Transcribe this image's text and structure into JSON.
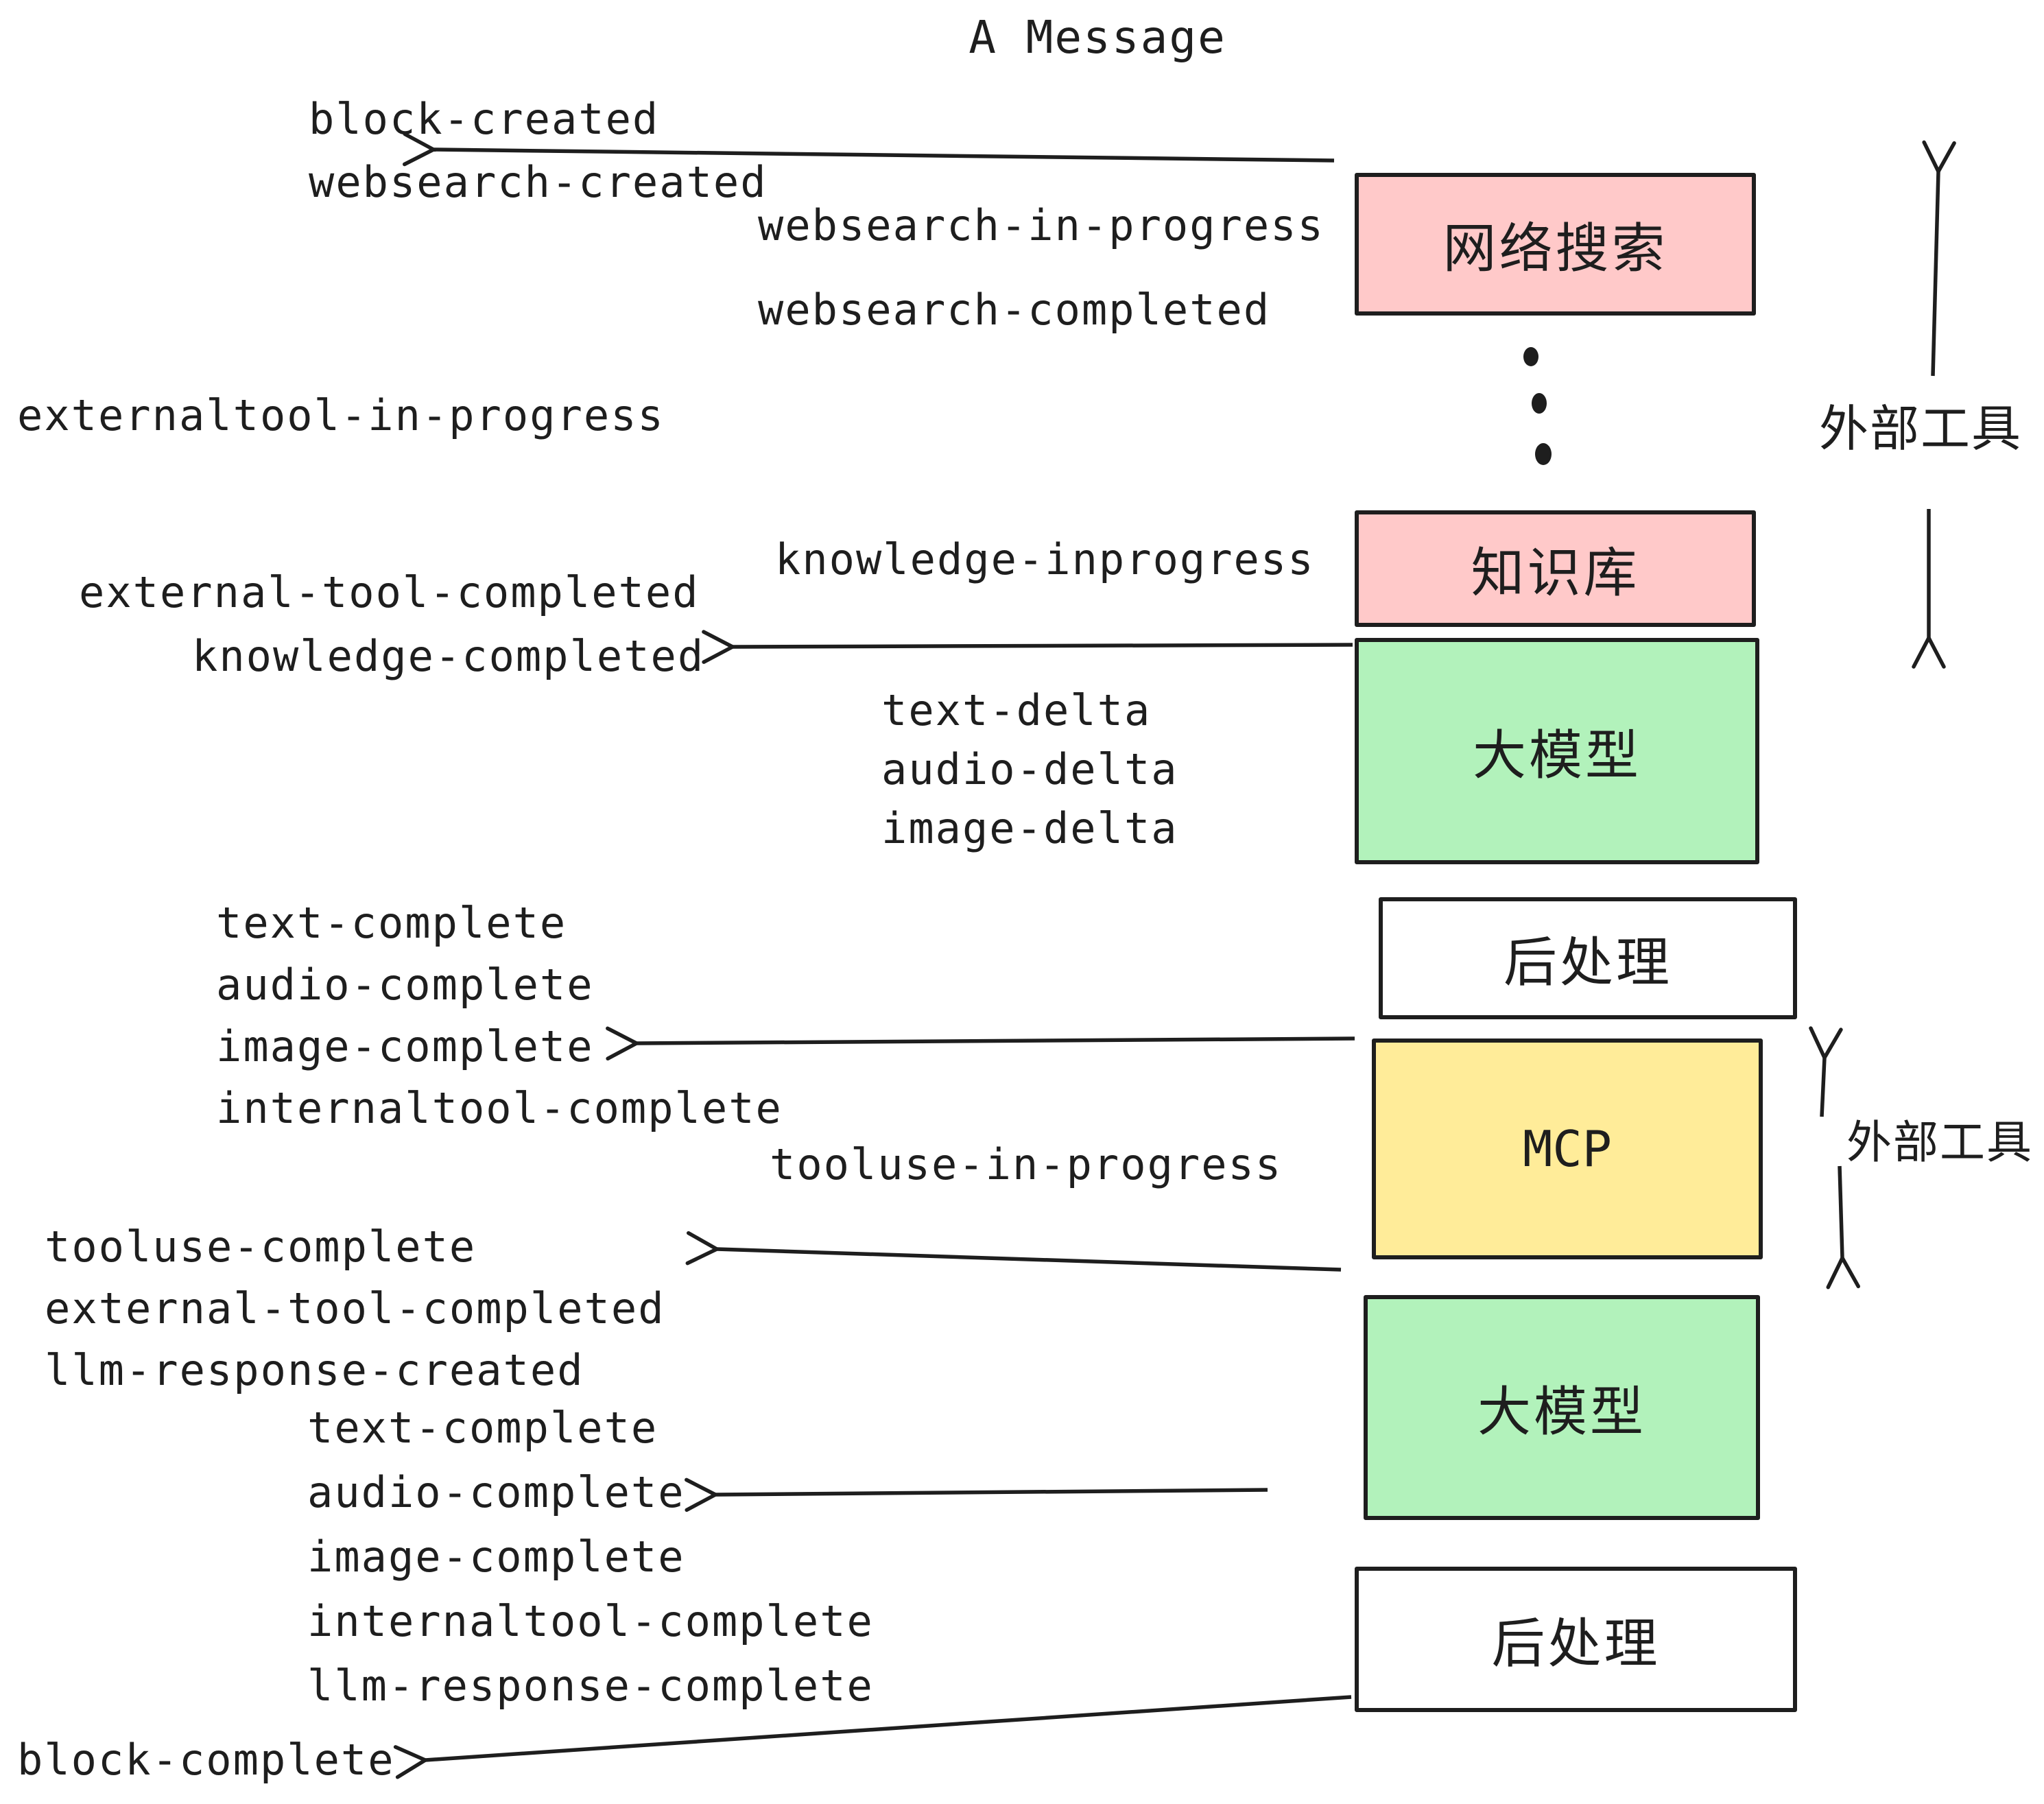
{
  "diagram": {
    "title": "A Message",
    "events": {
      "block_created": "block-created",
      "websearch_created": "websearch-created",
      "websearch_in_progress": "websearch-in-progress",
      "websearch_completed": "websearch-completed",
      "externaltool_in_progress": "externaltool-in-progress",
      "knowledge_inprogress": "knowledge-inprogress",
      "external_tool_completed": "external-tool-completed",
      "knowledge_completed": "knowledge-completed",
      "text_delta": "text-delta",
      "audio_delta": "audio-delta",
      "image_delta": "image-delta",
      "text_complete": "text-complete",
      "audio_complete": "audio-complete",
      "image_complete": "image-complete",
      "internaltool_complete": "internaltool-complete",
      "tooluse_in_progress": "tooluse-in-progress",
      "tooluse_complete": "tooluse-complete",
      "external_tool_completed_round2": "external-tool-completed",
      "llm_response_created": "llm-response-created",
      "text_complete_round2": "text-complete",
      "audio_complete_round2": "audio-complete",
      "image_complete_round2": "image-complete",
      "internaltool_complete_round2": "internaltool-complete",
      "llm_response_complete": "llm-response-complete",
      "block_complete": "block-complete"
    },
    "boxes": {
      "websearch": "网络搜索",
      "knowledge": "知识库",
      "llm_first": "大模型",
      "postprocess_first": "后处理",
      "mcp": "MCP",
      "llm_second": "大模型",
      "postprocess_second": "后处理"
    },
    "side_labels": {
      "external_tools_top": "外部工具",
      "external_tools_mcp": "外部工具"
    },
    "colors": {
      "box_pink": "#ffc9c9",
      "box_green": "#b2f2bb",
      "box_yellow": "#ffec99",
      "box_white": "#ffffff",
      "stroke": "#1e1e1e",
      "background": "#ffffff"
    },
    "arrows": [
      {
        "from": "websearch-box",
        "to": "block-created / websearch-created",
        "direction": "left"
      },
      {
        "from": "llm-first-box",
        "to": "knowledge-completed",
        "direction": "left"
      },
      {
        "from": "postprocess-first-box",
        "to": "image-complete",
        "direction": "left"
      },
      {
        "from": "mcp-box",
        "to": "tooluse-complete / external-tool-completed",
        "direction": "left"
      },
      {
        "from": "llm-second-box",
        "to": "audio-complete",
        "direction": "left"
      },
      {
        "from": "postprocess-second-box",
        "to": "block-complete",
        "direction": "left-down"
      },
      {
        "from": "websearch-box-side",
        "to": "external-tools-top",
        "direction": "up-down"
      },
      {
        "from": "mcp-box-side",
        "to": "external-tools-mcp",
        "direction": "up-down"
      }
    ],
    "ellipsis": "vertical-dots-between-websearch-and-knowledge"
  }
}
